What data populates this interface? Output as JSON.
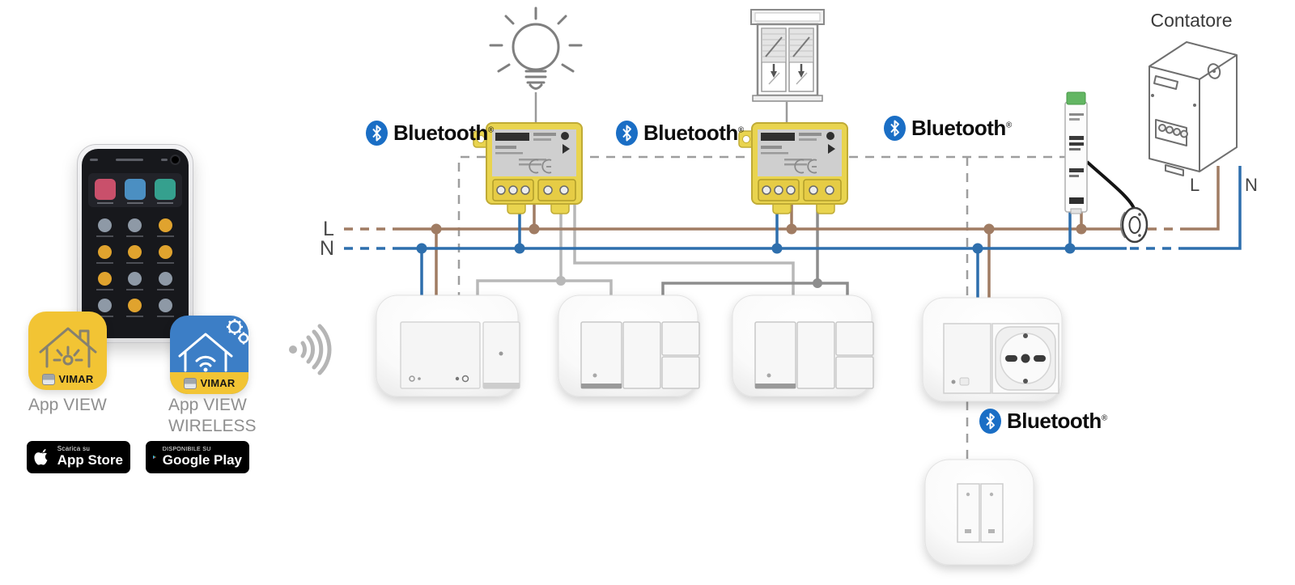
{
  "page": {
    "background": "#ffffff"
  },
  "labels": {
    "contatore": "Contatore",
    "bus_line": "L",
    "bus_neutral": "N",
    "meter_line": "L",
    "meter_neutral": "N"
  },
  "bluetooth": {
    "label": "Bluetooth",
    "trademark": "®"
  },
  "apps": {
    "view": {
      "label": "App VIEW",
      "brand": "VIMAR"
    },
    "view_wireless": {
      "label_line1": "App VIEW",
      "label_line2": "WIRELESS",
      "brand": "VIMAR"
    }
  },
  "store_badges": {
    "app_store": {
      "tagline": "Scarica su",
      "store": "App Store"
    },
    "google_play": {
      "tagline": "DISPONIBILE SU",
      "store": "Google Play"
    }
  },
  "colors": {
    "line_brown": "#a07c63",
    "neutral_blue": "#2e6fad",
    "control_gray_light": "#b8b8b8",
    "control_gray_dark": "#8d8d8d",
    "dashed_gray": "#9e9e9e",
    "bluetooth_blue": "#1a6ec5",
    "module_yellow": "#e9d44f",
    "app_view_yellow": "#f2c434",
    "app_view_wireless_blue": "#3c7ec6"
  }
}
